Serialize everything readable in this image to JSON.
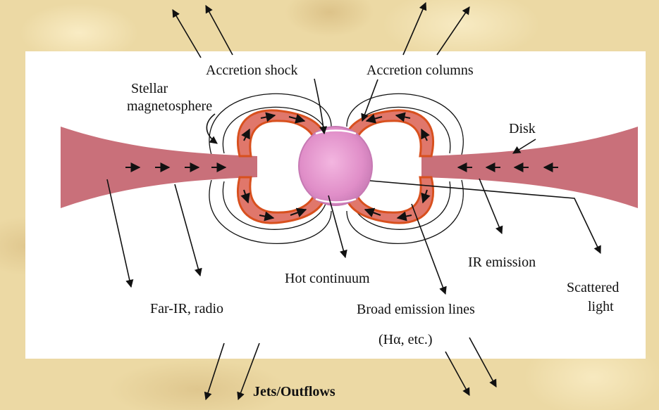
{
  "labels": {
    "accretion_shock": "Accretion shock",
    "accretion_columns": "Accretion columns",
    "stellar": "Stellar",
    "magnetosphere": "magnetosphere",
    "disk": "Disk",
    "hot_continuum": "Hot  continuum",
    "ir_emission": "IR emission",
    "scattered": "Scattered",
    "light": "light",
    "far_ir": "Far-IR, radio",
    "broad_emission": "Broad emission lines",
    "h_alpha": "(Hα, etc.)",
    "jets": "Jets/Outflows"
  },
  "colors": {
    "background": "#ecd9a4",
    "panel": "#ffffff",
    "disk": "#c9707a",
    "column_fill": "#e0776b",
    "column_edge": "#d8501e",
    "star": "#e08ec8",
    "ink": "#111111"
  }
}
